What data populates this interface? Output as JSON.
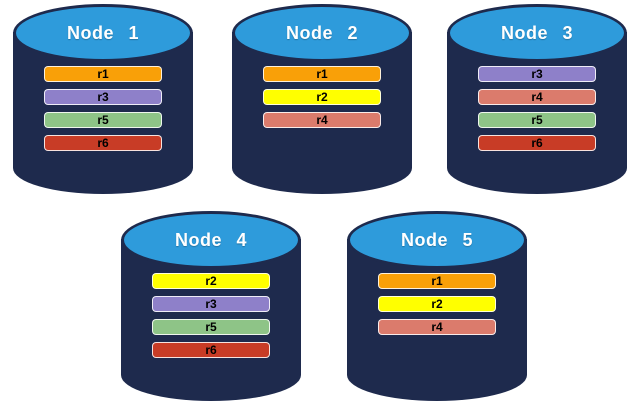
{
  "diagram": {
    "type": "database-replication-diagram",
    "colors": {
      "cylinder_body": "#1E2A4D",
      "cylinder_top": "#2E9BDB",
      "r1": "#F9A008",
      "r2": "#FFFF00",
      "r3": "#8E80C9",
      "r4": "#DB7B6C",
      "r5": "#8EC487",
      "r6": "#C83C26"
    },
    "nodes": [
      {
        "label": "Node 1",
        "bars": [
          {
            "label": "r1",
            "color_key": "r1"
          },
          {
            "label": "r3",
            "color_key": "r3"
          },
          {
            "label": "r5",
            "color_key": "r5"
          },
          {
            "label": "r6",
            "color_key": "r6"
          }
        ]
      },
      {
        "label": "Node 2",
        "bars": [
          {
            "label": "r1",
            "color_key": "r1"
          },
          {
            "label": "r2",
            "color_key": "r2"
          },
          {
            "label": "r4",
            "color_key": "r4"
          }
        ]
      },
      {
        "label": "Node 3",
        "bars": [
          {
            "label": "r3",
            "color_key": "r3"
          },
          {
            "label": "r4",
            "color_key": "r4"
          },
          {
            "label": "r5",
            "color_key": "r5"
          },
          {
            "label": "r6",
            "color_key": "r6"
          }
        ]
      },
      {
        "label": "Node 4",
        "bars": [
          {
            "label": "r2",
            "color_key": "r2"
          },
          {
            "label": "r3",
            "color_key": "r3"
          },
          {
            "label": "r5",
            "color_key": "r5"
          },
          {
            "label": "r6",
            "color_key": "r6"
          }
        ]
      },
      {
        "label": "Node 5",
        "bars": [
          {
            "label": "r1",
            "color_key": "r1"
          },
          {
            "label": "r2",
            "color_key": "r2"
          },
          {
            "label": "r4",
            "color_key": "r4"
          }
        ]
      }
    ]
  }
}
